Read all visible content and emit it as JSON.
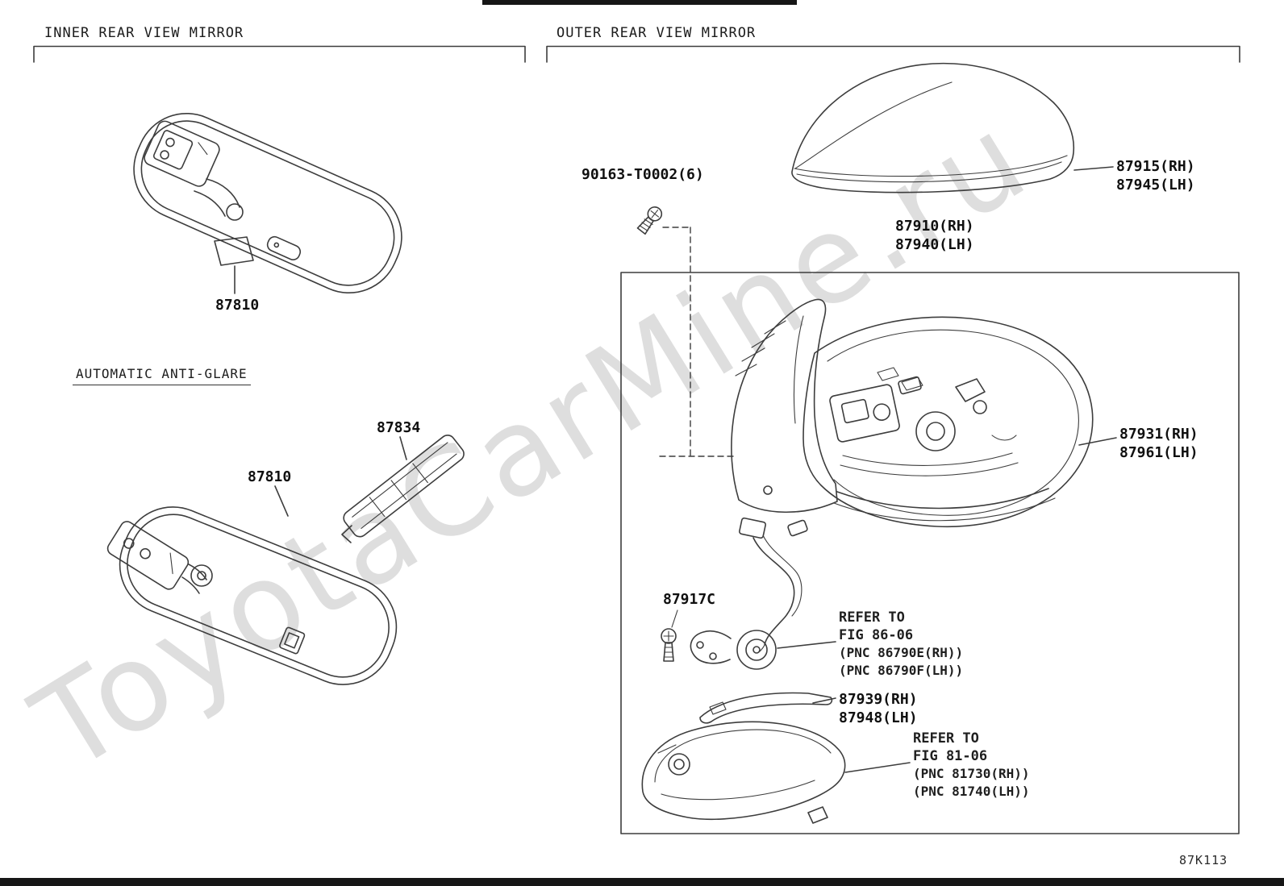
{
  "page": {
    "diagram_code": "87K113",
    "watermark": "ToyotaCarMine.ru",
    "ink_color": "#3d3d3d"
  },
  "sections": {
    "inner_mirror": {
      "title": "INNER REAR VIEW MIRROR",
      "subtitle": "AUTOMATIC ANTI-GLARE",
      "part_87810_top": "87810",
      "part_87810_bottom": "87810",
      "part_87834": "87834"
    },
    "outer_mirror": {
      "title": "OUTER REAR VIEW MIRROR",
      "screw_part": "90163-T0002(6)",
      "cover_rh": "87915(RH)",
      "cover_lh": "87945(LH)",
      "assembly_rh": "87910(RH)",
      "assembly_lh": "87940(LH)",
      "housing_rh": "87931(RH)",
      "housing_lh": "87961(LH)",
      "screw_87917c": "87917C",
      "refer_fig_86": {
        "line1": "REFER TO",
        "line2": "FIG 86-06",
        "line3": "(PNC 86790E(RH))",
        "line4": "(PNC 86790F(LH))"
      },
      "garnish_rh": "87939(RH)",
      "garnish_lh": "87948(LH)",
      "refer_fig_81": {
        "line1": "REFER TO",
        "line2": "FIG 81-06",
        "line3": "(PNC 81730(RH))",
        "line4": "(PNC 81740(LH))"
      }
    }
  }
}
